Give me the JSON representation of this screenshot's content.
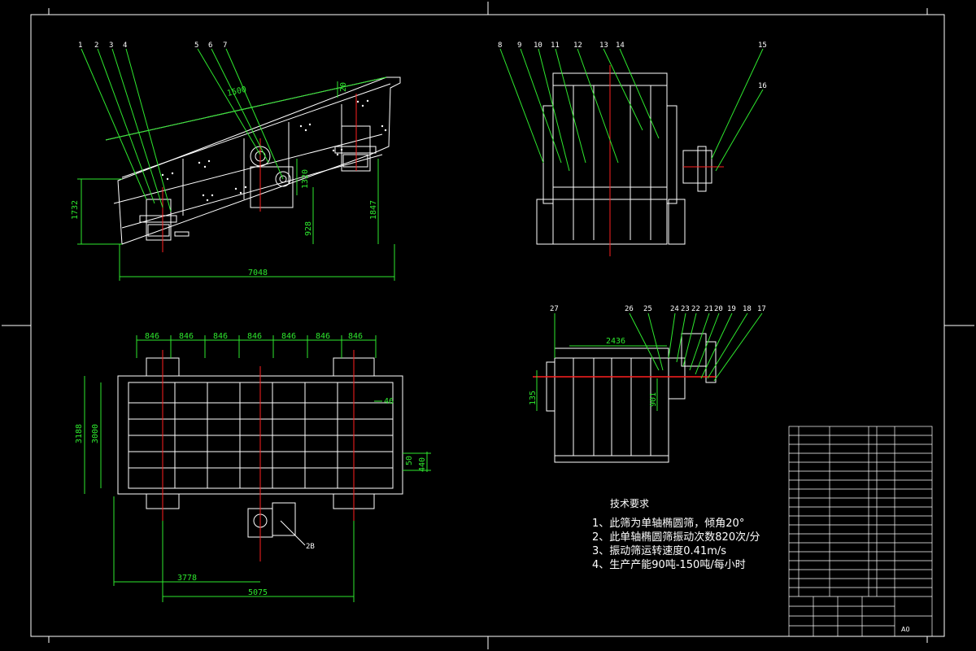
{
  "drawing": {
    "side_view_dims": {
      "diag": "1500",
      "h_total": "1732",
      "len": "7048",
      "h_mid": "928",
      "h_right": "1847",
      "h_small": "1320",
      "top_small": "20",
      "angle_ref": "20"
    },
    "plan_view_dims": {
      "spacings": [
        "846",
        "846",
        "846",
        "846",
        "846",
        "846",
        "846"
      ],
      "width_outer": "3188",
      "width_inner": "3000",
      "d_right_a": "46",
      "d_right_b": "50",
      "d_right_c": "440",
      "len_a": "3778",
      "len_b": "5075"
    },
    "end_view_dims": {
      "width": "2436",
      "h_left": "135",
      "h_mid": "901"
    },
    "callouts_top": [
      "1",
      "2",
      "3",
      "4",
      "5",
      "6",
      "7",
      "8",
      "9",
      "10",
      "11",
      "12",
      "13",
      "14",
      "15",
      "16"
    ],
    "callouts_mid": [
      "27",
      "26",
      "25",
      "24",
      "23",
      "22",
      "21",
      "20",
      "19",
      "18",
      "17"
    ],
    "callout_28": "2B"
  },
  "notes": {
    "title": "技术要求",
    "lines": [
      "1、此筛为单轴椭圆筛，倾角20°",
      "2、此单轴椭圆筛振动次数820次/分",
      "3、振动筛运转速度0.41m/s",
      "4、生产产能90吨-150吨/每小时"
    ]
  },
  "title_block": {
    "size": "A0"
  },
  "colors": {
    "line": "#ffffff",
    "dim": "#2ee82e",
    "center": "#ff2020",
    "bg": "#000000"
  }
}
